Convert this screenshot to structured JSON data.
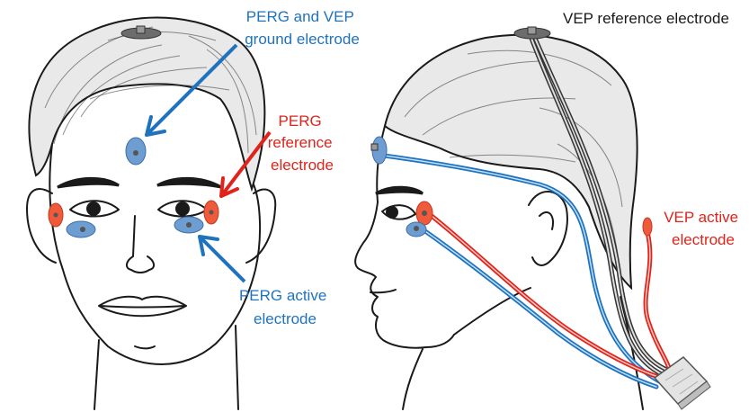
{
  "colors": {
    "blue": "#1f73bd",
    "red": "#e0241b",
    "blue_electrode": "#6e9dd1",
    "red_electrode": "#ee5a3a",
    "ground_electrode": "#6c6c6c"
  },
  "labels": {
    "perg_vep_ground": [
      "PERG and VEP",
      "ground electrode"
    ],
    "perg_reference": [
      "PERG",
      "reference",
      "electrode"
    ],
    "perg_active": [
      "PERG active",
      "electrode"
    ],
    "vep_reference": "VEP reference electrode",
    "vep_active": [
      "VEP active",
      "electrode"
    ]
  }
}
